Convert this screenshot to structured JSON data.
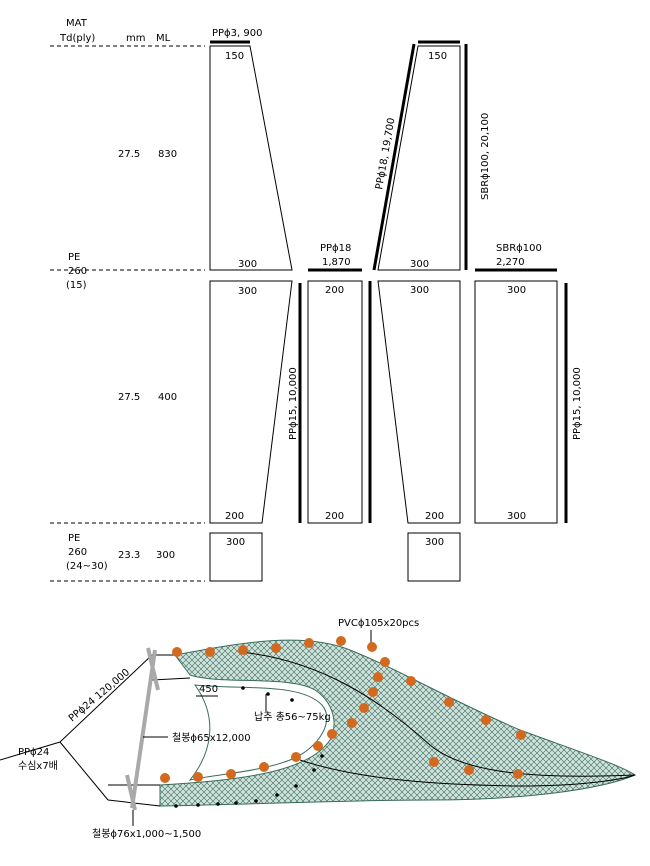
{
  "headers": {
    "mat": "MAT",
    "td": "Td(ply)",
    "mm": "mm",
    "ml": "ML"
  },
  "sections": [
    {
      "name": "",
      "mm": "27.5",
      "ml": "830"
    },
    {
      "name_lines": [
        "PE",
        "260",
        "(15)"
      ],
      "mm": "27.5",
      "ml": "400"
    },
    {
      "name_lines": [
        "PE",
        "260",
        "(24~30)"
      ],
      "mm": "23.3",
      "ml": "300"
    }
  ],
  "panels": {
    "wing_top_w1": "150",
    "wing_top_w2": "300",
    "wing_mid_w1": "300",
    "wing_mid_w2": "200",
    "wing_bottom": "300",
    "belly_a_top": "200",
    "belly_a_bottom": "200",
    "square_top_w1": "150",
    "square_top_w2": "300",
    "square_mid_w1": "300",
    "square_mid_w2": "200",
    "square_bottom": "300",
    "belly_b_top": "300",
    "belly_b_bottom": "300"
  },
  "ropes": {
    "headrope_top": "PPϕ3, 900",
    "bosom_top": "PPϕ18, 19,700",
    "sbr_top_vertical": "SBRϕ100, 20,100",
    "pp18_label": "PPϕ18",
    "pp18_value": "1,870",
    "sbr100_label": "SBRϕ100",
    "sbr100_value": "2,270",
    "pp15_left": "PPϕ15, 10,000",
    "pp15_right": "PPϕ15, 10,000"
  },
  "drawing": {
    "float_label": "PVCϕ105x20pcs",
    "warp_label": "PPϕ24 120,000",
    "bridle_label_line1": "PPϕ24",
    "bridle_label_line2": "수심x7배",
    "pipe_label": "철봉ϕ65x12,000",
    "bottom_pipe_label": "철봉ϕ76x1,000~1,500",
    "sinker_label": "납추 총56~75kg",
    "spacing_label": "450",
    "float_color": "#d2691e",
    "net_color": "#3a6b5c"
  }
}
